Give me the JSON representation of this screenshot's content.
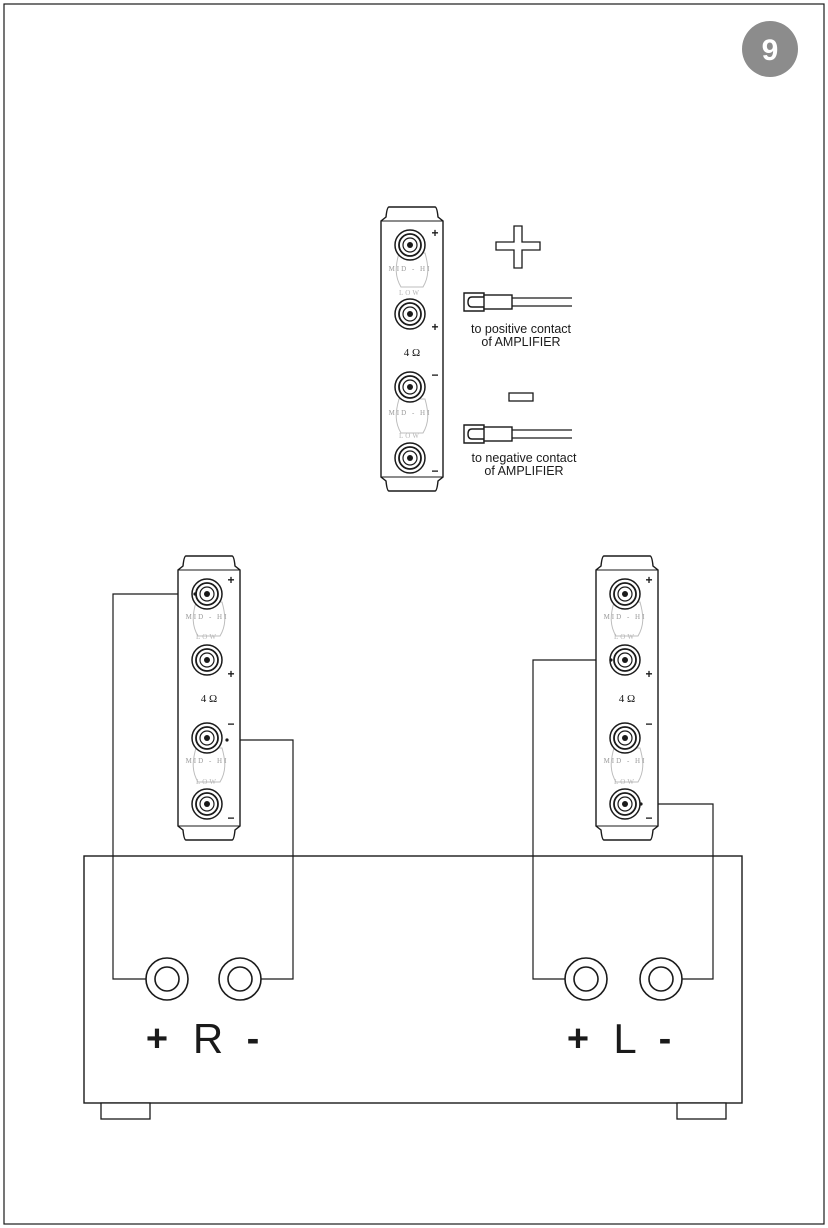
{
  "page_number": "9",
  "legend": {
    "positive_symbol": "+",
    "positive_caption_line1": "to positive contact",
    "positive_caption_line2": "of AMPLIFIER",
    "negative_caption_line1": "to negative contact",
    "negative_caption_line2": "of AMPLIFIER"
  },
  "terminal_plate": {
    "band_label_upper": "MID - HI",
    "band_label_lower": "LOW",
    "impedance": "4 Ω",
    "plus": "+",
    "minus": "−"
  },
  "amplifier": {
    "right_channel": {
      "plus": "+",
      "name": "R",
      "minus": "-"
    },
    "left_channel": {
      "plus": "+",
      "name": "L",
      "minus": "-"
    }
  },
  "colors": {
    "line": "#1a1a1a",
    "badge": "#8c8c8c",
    "badge_text": "#ffffff"
  }
}
